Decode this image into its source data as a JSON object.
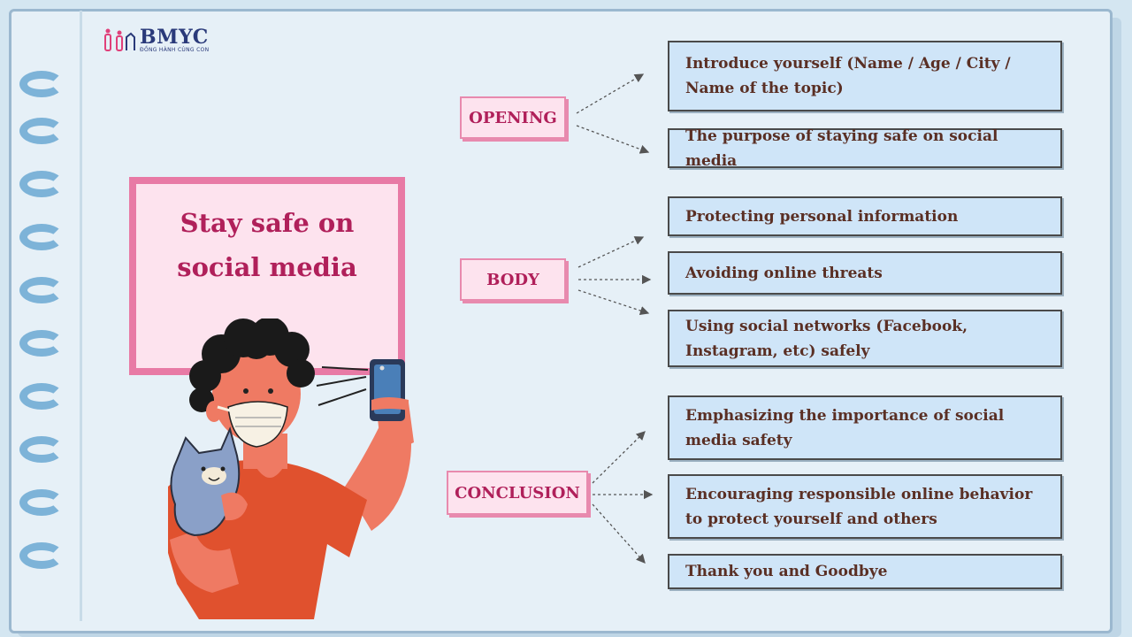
{
  "logo": {
    "name": "BMYC",
    "tagline": "ĐỒNG HÀNH CÙNG CON"
  },
  "title": "Stay safe on social media",
  "sections": [
    {
      "label": "OPENING",
      "items": [
        "Introduce yourself (Name / Age / City / Name of the topic)",
        "The purpose of staying safe on social media"
      ]
    },
    {
      "label": "BODY",
      "items": [
        "Protecting personal information",
        "Avoiding online threats",
        "Using social networks (Facebook, Instagram, etc) safely"
      ]
    },
    {
      "label": "CONCLUSION",
      "items": [
        "Emphasizing the importance of social media safety",
        "Encouraging responsible online behavior to protect yourself and others",
        "Thank you and Goodbye"
      ]
    }
  ],
  "colors": {
    "title_red": "#b0205a",
    "label_pink": "#fde3ee",
    "item_blue": "#cfe5f8",
    "item_text": "#5a2f24"
  }
}
